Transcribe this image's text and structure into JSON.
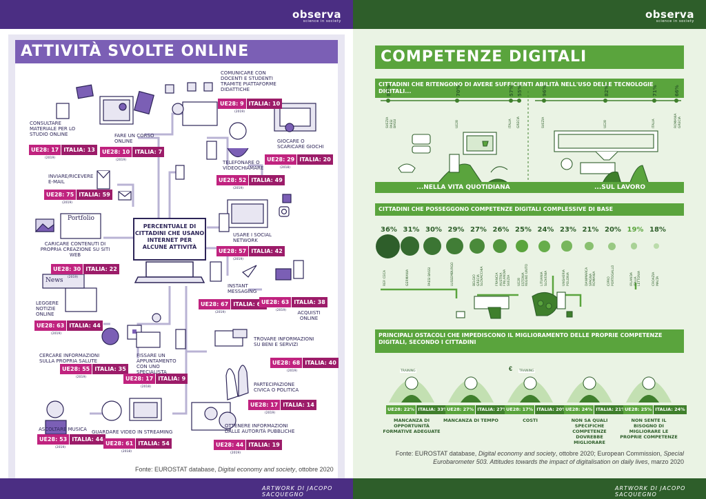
{
  "brand": {
    "name": "observa",
    "tagline": "science in society",
    "artwork_credit": "ARTWORK DI JACOPO SACQUEGNO"
  },
  "colors": {
    "left_accent": "#4b2e83",
    "left_title": "#7b5fb5",
    "left_badge": "#c0237f",
    "right_accent": "#2e5e2a",
    "right_band": "#5aa43d"
  },
  "left": {
    "title": "ATTIVITÀ SVOLTE ONLINE",
    "center_label": "PERCENTUALE DI CITTADINI CHE USANO INTERNET PER ALCUNE ATTIVITÀ",
    "activities": [
      {
        "label": "CONSULTARE MATERIALE PER LO STUDIO ONLINE",
        "ue": "UE28: 17",
        "it": "ITALIA: 13",
        "year": "(2019)"
      },
      {
        "label": "FARE UN CORSO ONLINE",
        "ue": "UE28: 10",
        "it": "ITALIA: 7",
        "year": "(2019)"
      },
      {
        "label": "COMUNICARE CON DOCENTI E STUDENTI TRAMITE PIATTAFORME DIDATTICHE",
        "ue": "UE28: 9",
        "it": "ITALIA: 10",
        "year": "(2019)"
      },
      {
        "label": "GIOCARE O SCARICARE GIOCHI",
        "ue": "UE28: 29",
        "it": "ITALIA: 20",
        "year": "(2018)"
      },
      {
        "label": "TELEFONARE O VIDEOCHIAMARE",
        "ue": "UE28: 52",
        "it": "ITALIA: 49",
        "year": "(2019)"
      },
      {
        "label": "INVIARE/RICEVERE E-MAIL",
        "ue": "UE28: 75",
        "it": "ITALIA: 59",
        "year": "(2019)"
      },
      {
        "label": "CARICARE CONTENUTI DI PROPRIA CREAZIONE SU SITI WEB",
        "ue": "UE28: 30",
        "it": "ITALIA: 22",
        "year": "(2019)"
      },
      {
        "label": "USARE I SOCIAL NETWORK",
        "ue": "UE28: 57",
        "it": "ITALIA: 42",
        "year": "(2019)"
      },
      {
        "label": "INSTANT MESSAGING",
        "ue": "UE28: 67",
        "it": "ITALIA: 67",
        "year": "(2019)"
      },
      {
        "label": "ACQUISTI ONLINE",
        "ue": "UE28: 63",
        "it": "ITALIA: 38",
        "year": "(2019)"
      },
      {
        "label": "LEGGERE NOTIZIE ONLINE",
        "ue": "UE28: 63",
        "it": "ITALIA: 44",
        "year": "(2019)"
      },
      {
        "label": "CERCARE INFORMAZIONI SULLA PROPRIA SALUTE",
        "ue": "UE28: 55",
        "it": "ITALIA: 35",
        "year": "(2019)"
      },
      {
        "label": "FISSARE UN APPUNTAMENTO CON UNO SPECIALISTA",
        "ue": "UE28: 17",
        "it": "ITALIA: 9",
        "year": "(2018)"
      },
      {
        "label": "TROVARE INFORMAZIONI SU BENI E SERVIZI",
        "ue": "UE28: 68",
        "it": "ITALIA: 40",
        "year": "(2019)"
      },
      {
        "label": "PARTECIPAZIONE CIVICA O POLITICA",
        "ue": "UE28: 17",
        "it": "ITALIA: 14",
        "year": "(2019)"
      },
      {
        "label": "ASCOLTARE MUSICA",
        "ue": "UE28: 53",
        "it": "ITALIA: 44",
        "year": "(2019)"
      },
      {
        "label": "GUARDARE VIDEO IN STREAMING",
        "ue": "UE28: 61",
        "it": "ITALIA: 54",
        "year": "(2018)"
      },
      {
        "label": "OTTENERE INFORMAZIONI DALLE AUTORITÀ PUBBLICHE",
        "ue": "UE28: 44",
        "it": "ITALIA: 19",
        "year": "(2019)"
      }
    ],
    "screen_texts": {
      "portfolio": "Portfolio",
      "news": "News"
    },
    "source_prefix": "Fonte: EUROSTAT database, ",
    "source_italic": "Digital economy and society",
    "source_suffix": ", ottobre 2020"
  },
  "right": {
    "title": "COMPETENZE DIGITALI",
    "section1": "CITTADINI CHE RITENGONO DI AVERE SUFFICIENTI ABILITÀ NELL'USO DELLE TECNOLOGIE DIGITALI...",
    "scale_daily": [
      {
        "pct": "87%",
        "name": "SVEZIA\nPAESI\nBASSI",
        "value": 87
      },
      {
        "pct": "70%",
        "name": "UE28",
        "value": 70
      },
      {
        "pct": "57%",
        "name": "ITALIA",
        "value": 57
      },
      {
        "pct": "55%",
        "name": "GRECIA",
        "value": 55
      }
    ],
    "scale_work": [
      {
        "pct": "96%",
        "name": "SVEZIA",
        "value": 96
      },
      {
        "pct": "82%",
        "name": "UE28",
        "value": 82
      },
      {
        "pct": "71%",
        "name": "ITALIA",
        "value": 71
      },
      {
        "pct": "66%",
        "name": "ROMANIA\nGRECIA",
        "value": 66
      }
    ],
    "band_daily": "...NELLA VITA QUOTIDIANA",
    "band_work": "...SUL LAVORO",
    "section2": "CITTADINI CHE POSSEGGONO COMPETENZE DIGITALI COMPLESSIVE DI BASE",
    "circles": [
      {
        "pct": "36%",
        "name": "REP. CECA",
        "value": 36
      },
      {
        "pct": "31%",
        "name": "GERMANIA",
        "value": 31
      },
      {
        "pct": "30%",
        "name": "PAESI BASSI",
        "value": 30
      },
      {
        "pct": "29%",
        "name": "LUSSEMBURGO",
        "value": 29
      },
      {
        "pct": "27%",
        "name": "BELGIO\nGRECIA\nSLOVACCHIA",
        "value": 27
      },
      {
        "pct": "26%",
        "name": "FRANCIA\nAUSTRIA\nFINLANDIA\nSVEZIA",
        "value": 26
      },
      {
        "pct": "25%",
        "name": "UE28\nESTONIA\nREGNO UNITO",
        "value": 25
      },
      {
        "pct": "24%",
        "name": "LITUANIA\nSLOVENIA",
        "value": 24
      },
      {
        "pct": "23%",
        "name": "UNGHERIA\nPOLONIA",
        "value": 23
      },
      {
        "pct": "21%",
        "name": "DANIMARCA\nSPAGNA\nROMANIA",
        "value": 21
      },
      {
        "pct": "20%",
        "name": "CIPRO\nPORTOGALLO",
        "value": 20
      },
      {
        "pct": "19%",
        "name": "IRLANDA\nITALIA\nLETTONIA",
        "value": 19
      },
      {
        "pct": "18%",
        "name": "CROAZIA\nMALTA",
        "value": 18
      }
    ],
    "section3": "PRINCIPALI OSTACOLI CHE IMPEDISCONO IL MIGLIORAMENTO DELLE PROPRIE COMPETENZE DIGITALI, SECONDO I CITTADINI",
    "obstacles": [
      {
        "ue": "UE28: 22%",
        "it": "ITALIA: 33%",
        "text": "MANCANZA DI OPPORTUNITÀ FORMATIVE ADEGUATE"
      },
      {
        "ue": "UE28: 27%",
        "it": "ITALIA: 27%",
        "text": "MANCANZA DI TEMPO"
      },
      {
        "ue": "UE28: 17%",
        "it": "ITALIA: 20%",
        "text": "COSTI"
      },
      {
        "ue": "UE28: 24%",
        "it": "ITALIA: 21%",
        "text": "NON SA QUALI SPECIFICHE COMPETENZE DOVREBBE MIGLIORARE"
      },
      {
        "ue": "UE28: 25%",
        "it": "ITALIA: 24%",
        "text": "NON SENTE IL BISOGNO DI MIGLIORARE LE PROPRIE COMPETENZE"
      }
    ],
    "training_label": "TRAINING",
    "euro_symbol": "€",
    "source_line1_prefix": "Fonte: EUROSTAT database, ",
    "source_line1_italic": "Digital economy and society",
    "source_line1_suffix": ", ottobre 2020; European Commission, ",
    "source_line1_italic2": "Special",
    "source_line2_italic": "Eurobarometer 503. Attitudes towards the impact of digitalisation on daily lives",
    "source_line2_suffix": ", marzo 2020"
  }
}
